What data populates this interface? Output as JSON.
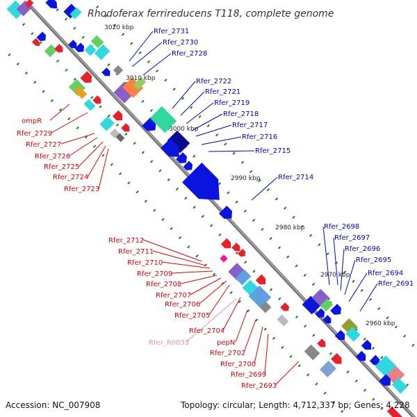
{
  "title": "Rhodoferax ferrireducens T118, complete genome",
  "accession": "Accession: NC_007908",
  "topology": "Topology: circular; Length: 4,712,337 bp; Genes: 4,228",
  "colors": {
    "forward_label": "#0000cc",
    "reverse_label": "#e60000",
    "rna_label": "#f08fb4",
    "axis": "#888888",
    "tick": "#1a7a1a"
  },
  "kbp_ticks": [
    "3020 kbp",
    "3010 kbp",
    "3000 kbp",
    "2990 kbp",
    "2980 kbp",
    "2970 kbp",
    "2960 kbp"
  ],
  "genes_top": [
    "Rfer_2731",
    "Rfer_2730",
    "Rfer_2728",
    "Rfer_2722",
    "Rfer_2721",
    "Rfer_2719",
    "Rfer_2718",
    "Rfer_2717",
    "Rfer_2716",
    "Rfer_2715",
    "Rfer_2714",
    "Rfer_2698",
    "Rfer_2697",
    "Rfer_2696",
    "Rfer_2695",
    "Rfer_2694",
    "Rfer_2691"
  ],
  "genes_bottom": [
    "ompR",
    "Rfer_2729",
    "Rfer_2727",
    "Rfer_2726",
    "Rfer_2725",
    "Rfer_2724",
    "Rfer_2723",
    "Rfer_2712",
    "Rfer_2711",
    "Rfer_2710",
    "Rfer_2709",
    "Rfer_2708",
    "Rfer_2707",
    "Rfer_2706",
    "Rfer_2705",
    "Rfer_2704",
    "Rfer_R0033",
    "pepN",
    "Rfer_2702",
    "Rfer_2700",
    "Rfer_2699",
    "Rfer_2693"
  ]
}
